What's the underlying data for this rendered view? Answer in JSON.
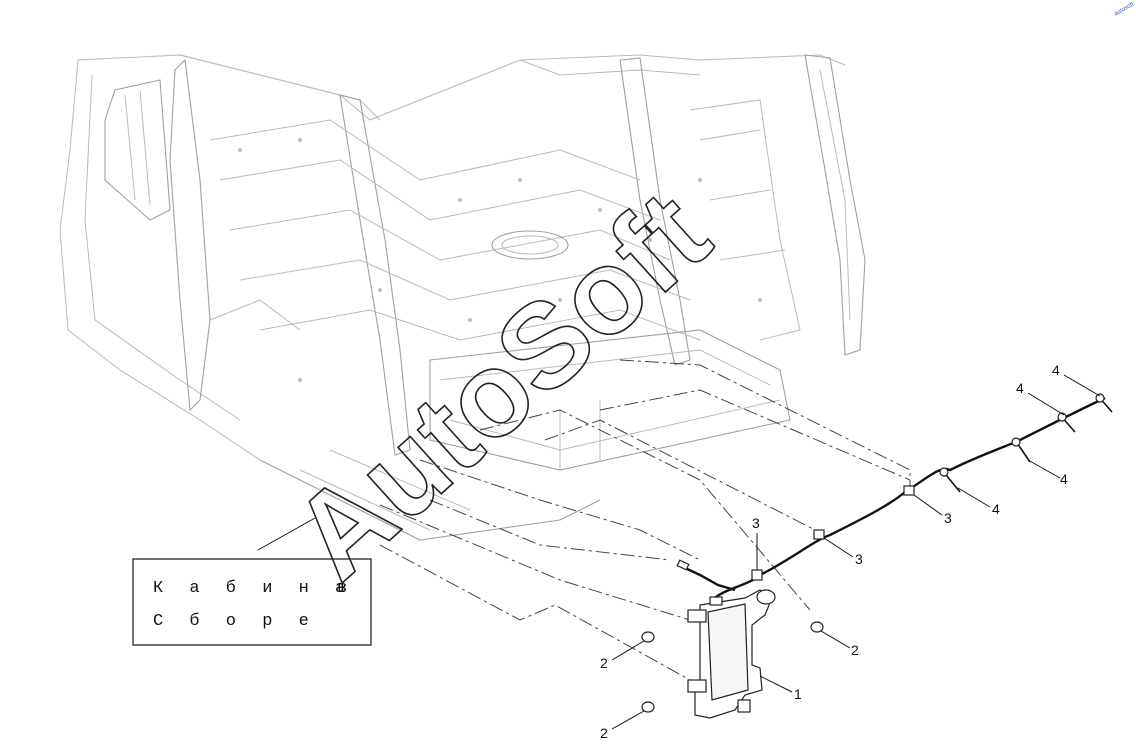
{
  "watermark": "AutoSoft",
  "corner_mark": "autosoft",
  "cab_label": {
    "line1": "К а б и н а",
    "line1_suffix": "в",
    "line2": "С б о р е"
  },
  "callouts": [
    {
      "id": "tank",
      "label": "1"
    },
    {
      "id": "nut-left-upper",
      "label": "2"
    },
    {
      "id": "nut-left-lower",
      "label": "2"
    },
    {
      "id": "nut-right",
      "label": "2"
    },
    {
      "id": "clip-a",
      "label": "3"
    },
    {
      "id": "clip-b",
      "label": "3"
    },
    {
      "id": "clip-c",
      "label": "3"
    },
    {
      "id": "nozzle-a",
      "label": "4"
    },
    {
      "id": "nozzle-b",
      "label": "4"
    },
    {
      "id": "nozzle-c",
      "label": "4"
    },
    {
      "id": "nozzle-d",
      "label": "4"
    }
  ]
}
